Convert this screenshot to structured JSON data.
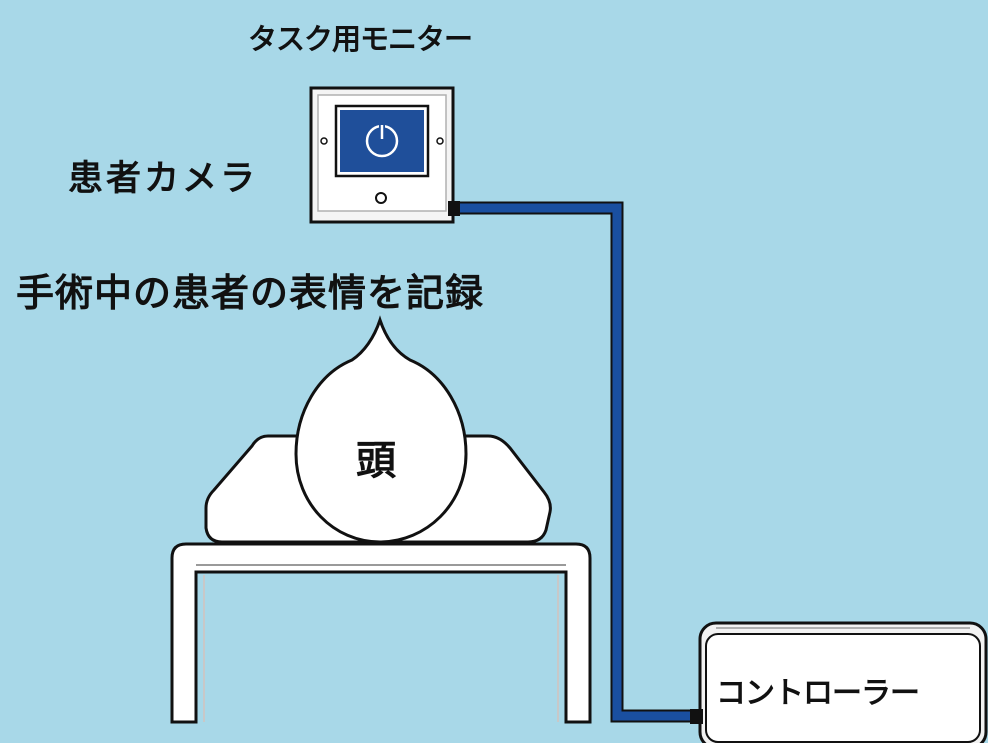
{
  "monitor": {
    "label": "タスク用モニター"
  },
  "camera": {
    "label": "患者カメラ"
  },
  "caption": "手術中の患者の表情を記録",
  "head": {
    "label": "頭"
  },
  "controller": {
    "label": "コントローラー"
  },
  "colors": {
    "background": "#a8d8e8",
    "cable": "#1a4fa0",
    "screen": "#1f4f9a",
    "outline": "#111111",
    "fill": "#ffffff"
  },
  "icons": {
    "monitor_screen": "power-symbol-icon",
    "cable_connector": "connector-icon"
  }
}
